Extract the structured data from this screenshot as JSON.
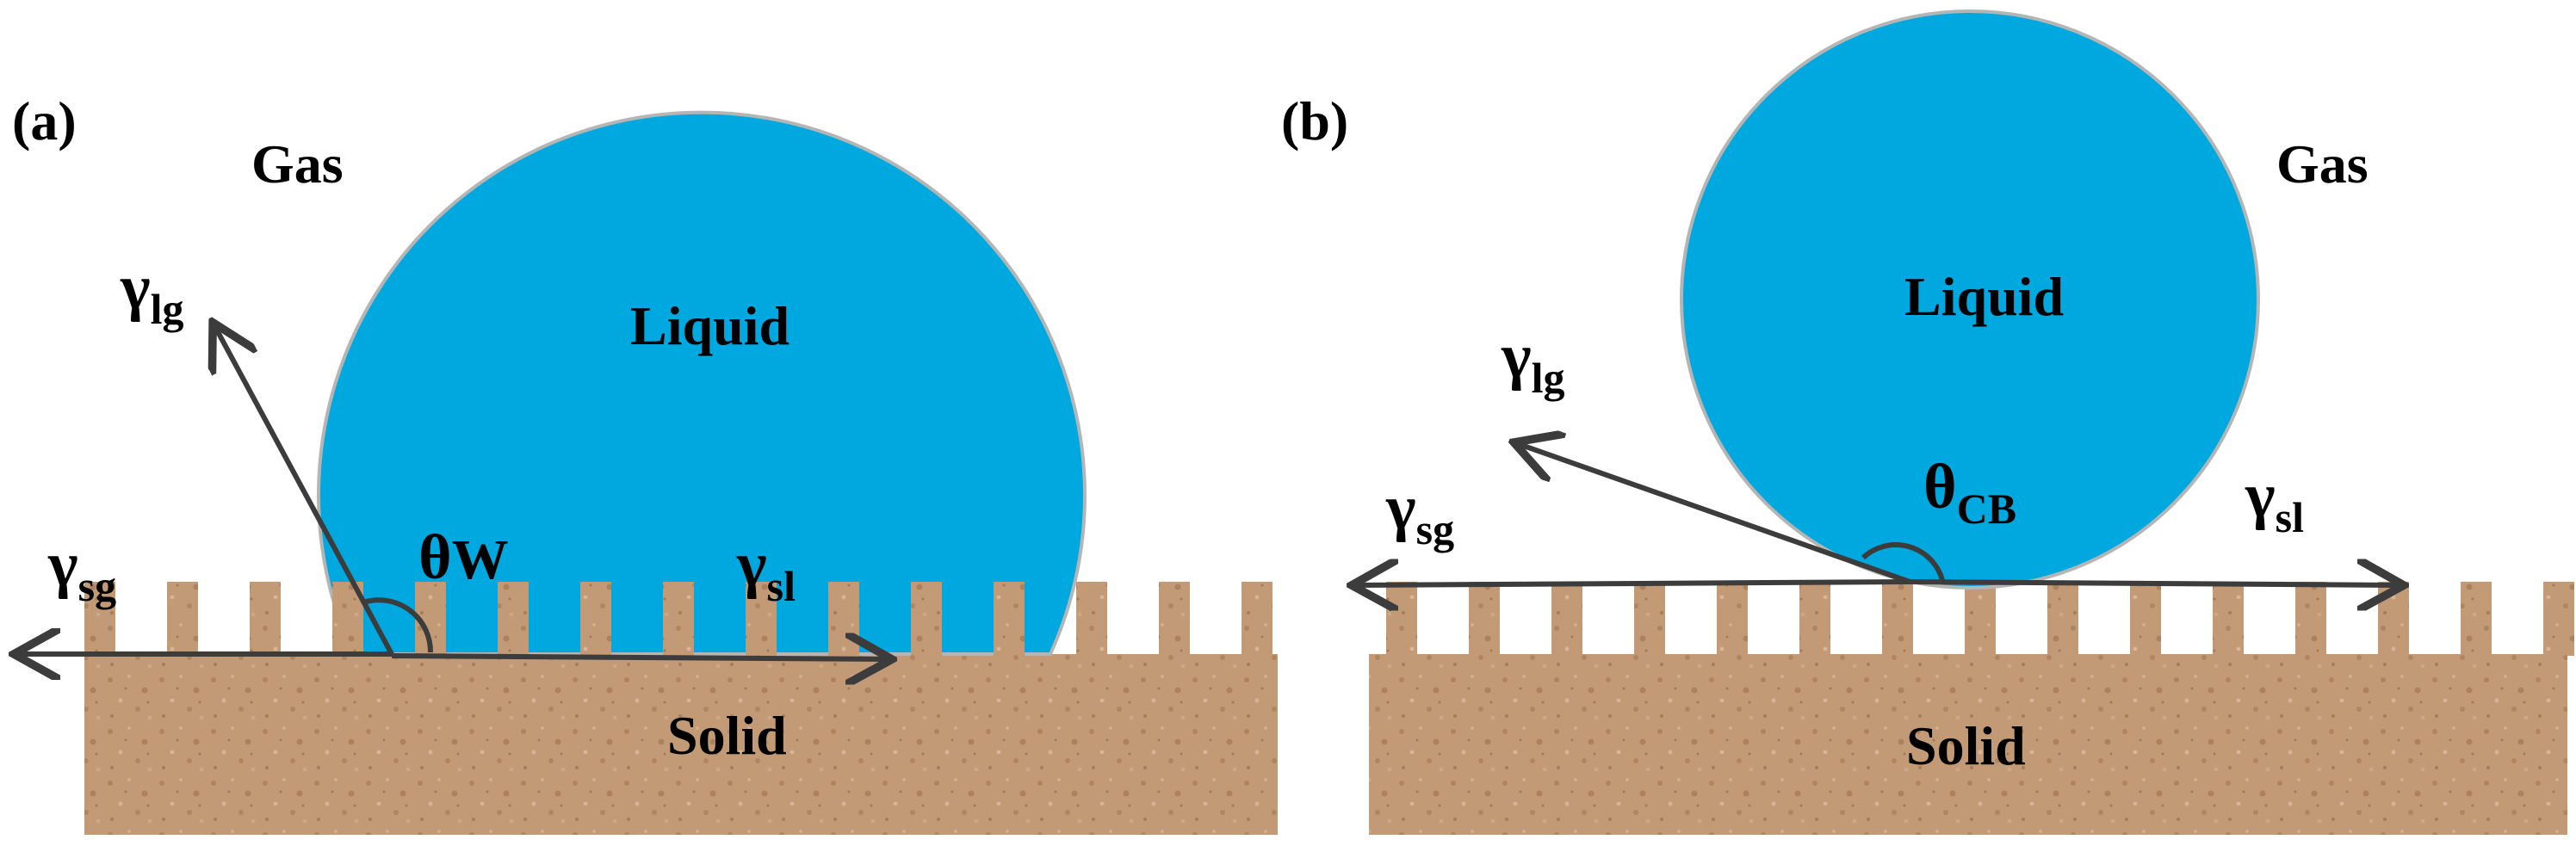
{
  "panels": [
    {
      "id": "a",
      "label": "(a)",
      "gas": "Gas",
      "liquid": "Liquid",
      "solid": "Solid",
      "gamma_lg": {
        "symbol": "γ",
        "sub": "lg"
      },
      "gamma_sg": {
        "symbol": "γ",
        "sub": "sg"
      },
      "gamma_sl": {
        "symbol": "γ",
        "sub": "sl"
      },
      "angle": {
        "symbol": "θ",
        "sub": "W"
      }
    },
    {
      "id": "b",
      "label": "(b)",
      "gas": "Gas",
      "liquid": "Liquid",
      "solid": "Solid",
      "gamma_lg": {
        "symbol": "γ",
        "sub": "lg"
      },
      "gamma_sg": {
        "symbol": "γ",
        "sub": "sg"
      },
      "gamma_sl": {
        "symbol": "γ",
        "sub": "sl"
      },
      "angle": {
        "symbol": "θ",
        "sub": "CB"
      }
    }
  ],
  "colors": {
    "liquid": "#00a8e0",
    "liquid_outline": "#b5b5b5",
    "solid": "#c39a78",
    "arrow": "#3c3c3c"
  }
}
